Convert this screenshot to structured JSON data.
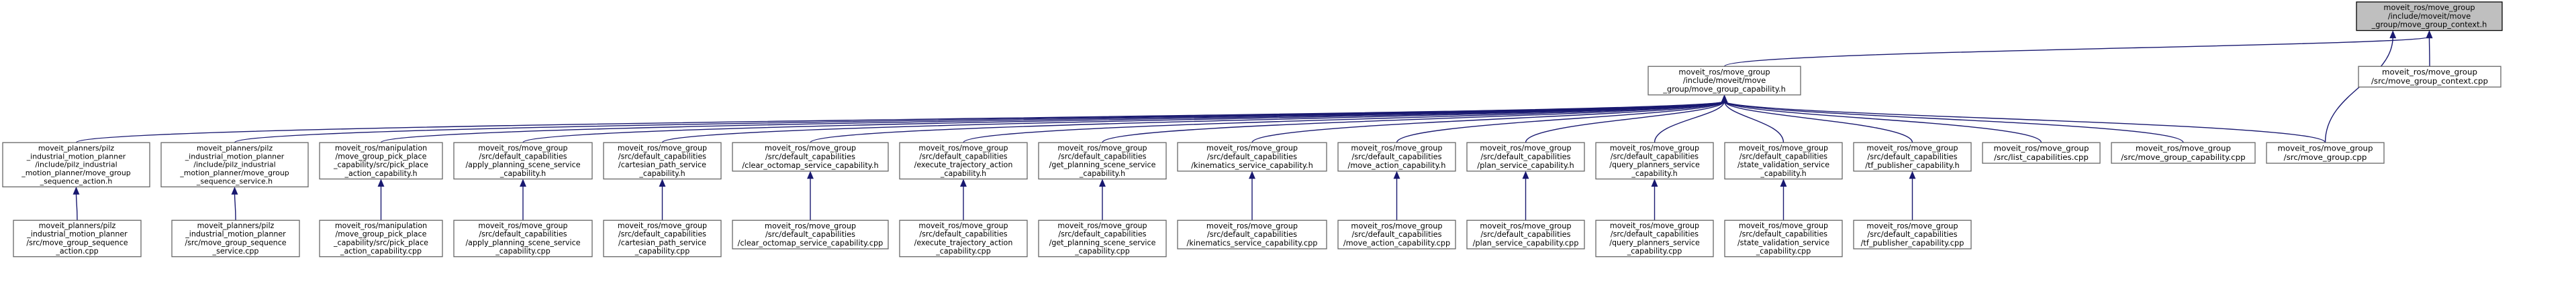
{
  "colors": {
    "edge": "#191970",
    "node_border": "#666666",
    "root_fill": "#bfbfbf",
    "node_fill": "#ffffff"
  },
  "nodes": {
    "root": [
      "moveit_ros/move_group",
      "/include/moveit/move",
      "_group/move_group_context.h"
    ],
    "ctx_cpp": [
      "moveit_ros/move_group",
      "/src/move_group_context.cpp"
    ],
    "cap_h": [
      "moveit_ros/move_group",
      "/include/moveit/move",
      "_group/move_group_capability.h"
    ],
    "pilz_seq_action_h": [
      "moveit_planners/pilz",
      "_industrial_motion_planner",
      "/include/pilz_industrial",
      "_motion_planner/move_group",
      "_sequence_action.h"
    ],
    "pilz_seq_service_h": [
      "moveit_planners/pilz",
      "_industrial_motion_planner",
      "/include/pilz_industrial",
      "_motion_planner/move_group",
      "_sequence_service.h"
    ],
    "pick_place_h": [
      "moveit_ros/manipulation",
      "/move_group_pick_place",
      "_capability/src/pick_place",
      "_action_capability.h"
    ],
    "apply_ps_h": [
      "moveit_ros/move_group",
      "/src/default_capabilities",
      "/apply_planning_scene_service",
      "_capability.h"
    ],
    "cartesian_h": [
      "moveit_ros/move_group",
      "/src/default_capabilities",
      "/cartesian_path_service",
      "_capability.h"
    ],
    "clear_octomap_h": [
      "moveit_ros/move_group",
      "/src/default_capabilities",
      "/clear_octomap_service_capability.h"
    ],
    "exec_traj_h": [
      "moveit_ros/move_group",
      "/src/default_capabilities",
      "/execute_trajectory_action",
      "_capability.h"
    ],
    "get_ps_h": [
      "moveit_ros/move_group",
      "/src/default_capabilities",
      "/get_planning_scene_service",
      "_capability.h"
    ],
    "kinematics_h": [
      "moveit_ros/move_group",
      "/src/default_capabilities",
      "/kinematics_service_capability.h"
    ],
    "move_action_h": [
      "moveit_ros/move_group",
      "/src/default_capabilities",
      "/move_action_capability.h"
    ],
    "plan_service_h": [
      "moveit_ros/move_group",
      "/src/default_capabilities",
      "/plan_service_capability.h"
    ],
    "query_planners_h": [
      "moveit_ros/move_group",
      "/src/default_capabilities",
      "/query_planners_service",
      "_capability.h"
    ],
    "state_valid_h": [
      "moveit_ros/move_group",
      "/src/default_capabilities",
      "/state_validation_service",
      "_capability.h"
    ],
    "tf_pub_h": [
      "moveit_ros/move_group",
      "/src/default_capabilities",
      "/tf_publisher_capability.h"
    ],
    "list_caps_cpp": [
      "moveit_ros/move_group",
      "/src/list_capabilities.cpp"
    ],
    "mg_cap_cpp": [
      "moveit_ros/move_group",
      "/src/move_group_capability.cpp"
    ],
    "mg_cpp": [
      "moveit_ros/move_group",
      "/src/move_group.cpp"
    ],
    "pilz_seq_action_cpp": [
      "moveit_planners/pilz",
      "_industrial_motion_planner",
      "/src/move_group_sequence",
      "_action.cpp"
    ],
    "pilz_seq_service_cpp": [
      "moveit_planners/pilz",
      "_industrial_motion_planner",
      "/src/move_group_sequence",
      "_service.cpp"
    ],
    "pick_place_cpp": [
      "moveit_ros/manipulation",
      "/move_group_pick_place",
      "_capability/src/pick_place",
      "_action_capability.cpp"
    ],
    "apply_ps_cpp": [
      "moveit_ros/move_group",
      "/src/default_capabilities",
      "/apply_planning_scene_service",
      "_capability.cpp"
    ],
    "cartesian_cpp": [
      "moveit_ros/move_group",
      "/src/default_capabilities",
      "/cartesian_path_service",
      "_capability.cpp"
    ],
    "clear_octomap_cpp": [
      "moveit_ros/move_group",
      "/src/default_capabilities",
      "/clear_octomap_service_capability.cpp"
    ],
    "exec_traj_cpp": [
      "moveit_ros/move_group",
      "/src/default_capabilities",
      "/execute_trajectory_action",
      "_capability.cpp"
    ],
    "get_ps_cpp": [
      "moveit_ros/move_group",
      "/src/default_capabilities",
      "/get_planning_scene_service",
      "_capability.cpp"
    ],
    "kinematics_cpp": [
      "moveit_ros/move_group",
      "/src/default_capabilities",
      "/kinematics_service_capability.cpp"
    ],
    "move_action_cpp": [
      "moveit_ros/move_group",
      "/src/default_capabilities",
      "/move_action_capability.cpp"
    ],
    "plan_service_cpp": [
      "moveit_ros/move_group",
      "/src/default_capabilities",
      "/plan_service_capability.cpp"
    ],
    "query_planners_cpp": [
      "moveit_ros/move_group",
      "/src/default_capabilities",
      "/query_planners_service",
      "_capability.cpp"
    ],
    "state_valid_cpp": [
      "moveit_ros/move_group",
      "/src/default_capabilities",
      "/state_validation_service",
      "_capability.cpp"
    ],
    "tf_pub_cpp": [
      "moveit_ros/move_group",
      "/src/default_capabilities",
      "/tf_publisher_capability.cpp"
    ]
  },
  "edges": [
    [
      "ctx_cpp",
      "root"
    ],
    [
      "cap_h",
      "root"
    ],
    [
      "mg_cpp",
      "root"
    ],
    [
      "pilz_seq_action_h",
      "cap_h"
    ],
    [
      "pilz_seq_service_h",
      "cap_h"
    ],
    [
      "pick_place_h",
      "cap_h"
    ],
    [
      "apply_ps_h",
      "cap_h"
    ],
    [
      "cartesian_h",
      "cap_h"
    ],
    [
      "clear_octomap_h",
      "cap_h"
    ],
    [
      "exec_traj_h",
      "cap_h"
    ],
    [
      "get_ps_h",
      "cap_h"
    ],
    [
      "kinematics_h",
      "cap_h"
    ],
    [
      "move_action_h",
      "cap_h"
    ],
    [
      "plan_service_h",
      "cap_h"
    ],
    [
      "query_planners_h",
      "cap_h"
    ],
    [
      "state_valid_h",
      "cap_h"
    ],
    [
      "tf_pub_h",
      "cap_h"
    ],
    [
      "list_caps_cpp",
      "cap_h"
    ],
    [
      "mg_cap_cpp",
      "cap_h"
    ],
    [
      "mg_cpp",
      "cap_h"
    ],
    [
      "pilz_seq_action_cpp",
      "pilz_seq_action_h"
    ],
    [
      "pilz_seq_service_cpp",
      "pilz_seq_service_h"
    ],
    [
      "pick_place_cpp",
      "pick_place_h"
    ],
    [
      "apply_ps_cpp",
      "apply_ps_h"
    ],
    [
      "cartesian_cpp",
      "cartesian_h"
    ],
    [
      "clear_octomap_cpp",
      "clear_octomap_h"
    ],
    [
      "exec_traj_cpp",
      "exec_traj_h"
    ],
    [
      "get_ps_cpp",
      "get_ps_h"
    ],
    [
      "kinematics_cpp",
      "kinematics_h"
    ],
    [
      "move_action_cpp",
      "move_action_h"
    ],
    [
      "plan_service_cpp",
      "plan_service_h"
    ],
    [
      "query_planners_cpp",
      "query_planners_h"
    ],
    [
      "state_valid_cpp",
      "state_valid_h"
    ],
    [
      "tf_pub_cpp",
      "tf_pub_h"
    ]
  ]
}
